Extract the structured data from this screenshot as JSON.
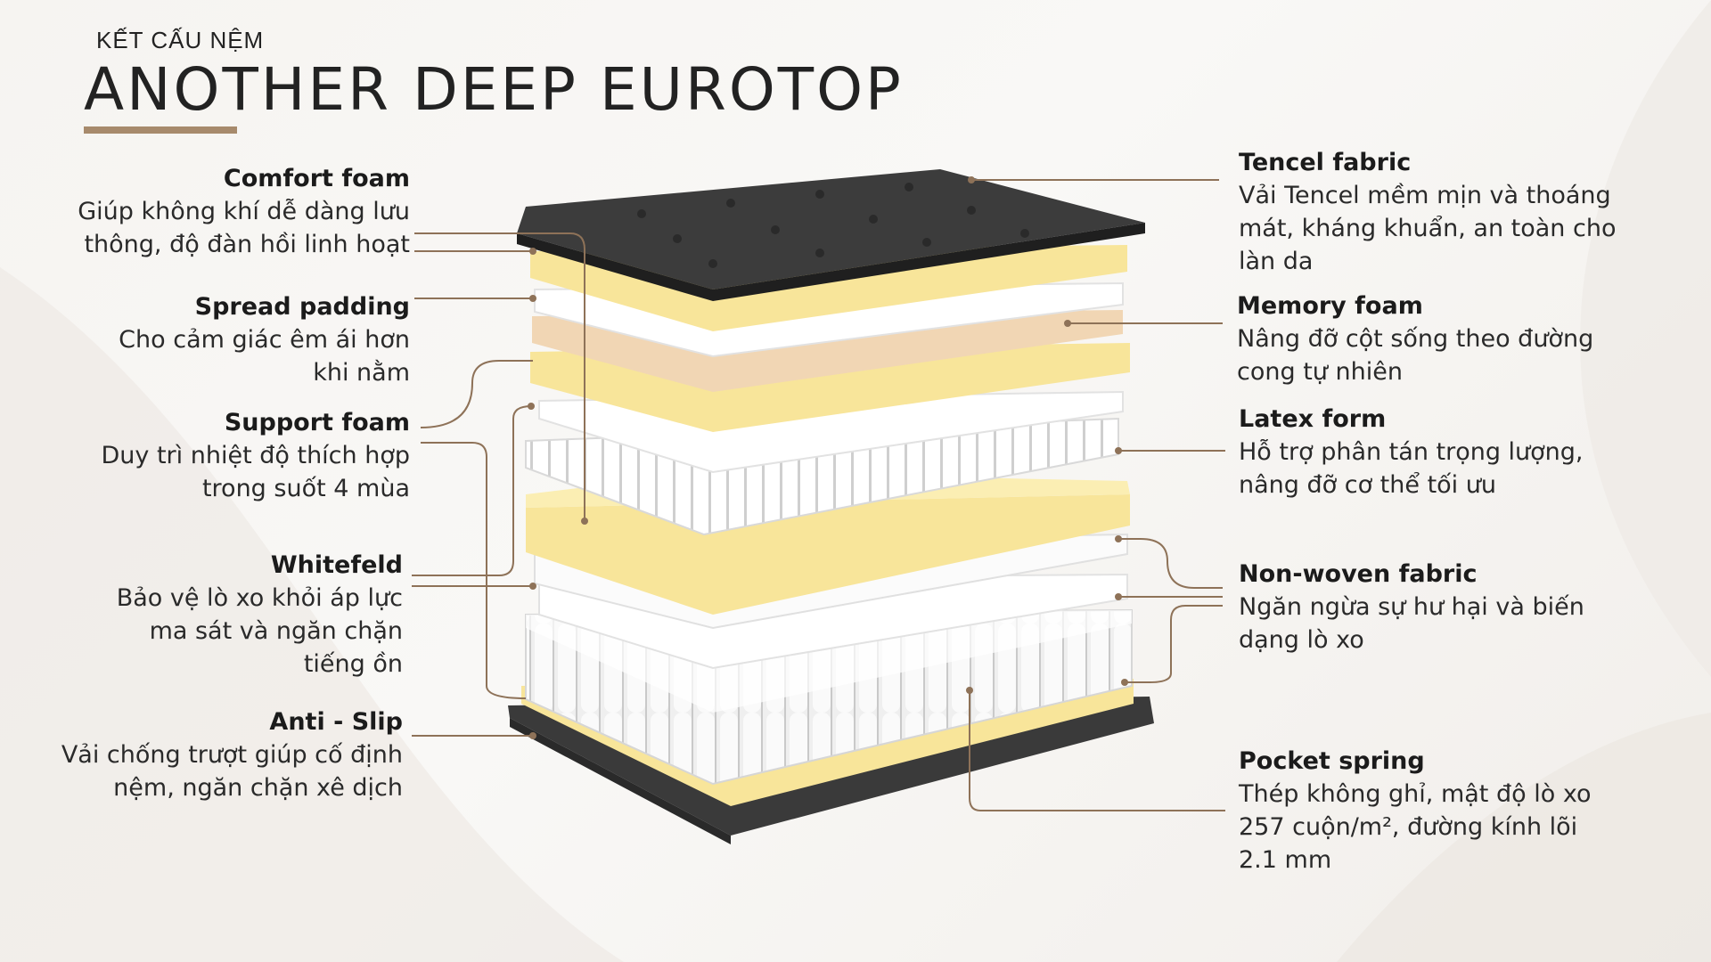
{
  "header": {
    "eyebrow": "KẾT CẤU NỆM",
    "title": "ANOTHER DEEP EUROTOP"
  },
  "colors": {
    "accent": "#a78a6c",
    "leader": "#8e7258",
    "foam_yellow": "#f8e59a",
    "memory_beige": "#f1d6b4",
    "dark_layer": "#3a3a3a",
    "white_layer": "#ffffff"
  },
  "layers_left": [
    {
      "name": "Comfort foam",
      "desc_lines": [
        "Giúp không khí dễ dàng lưu",
        "thông, độ đàn hồi linh hoạt"
      ]
    },
    {
      "name": "Spread padding",
      "desc_lines": [
        "Cho cảm giác êm ái hơn",
        "khi nằm"
      ]
    },
    {
      "name": "Support foam",
      "desc_lines": [
        "Duy trì nhiệt độ thích hợp",
        "trong suốt 4 mùa"
      ]
    },
    {
      "name": "Whitefeld",
      "desc_lines": [
        "Bảo vệ lò xo khỏi áp lực",
        "ma sát và ngăn chặn",
        "tiếng ồn"
      ]
    },
    {
      "name": "Anti - Slip",
      "desc_lines": [
        "Vải chống trượt giúp cố định",
        "nệm, ngăn chặn xê dịch"
      ]
    }
  ],
  "layers_right": [
    {
      "name": "Tencel fabric",
      "desc_lines": [
        "Vải Tencel mềm mịn và thoáng",
        "mát, kháng khuẩn, an toàn cho",
        "làn da"
      ]
    },
    {
      "name": "Memory foam",
      "desc_lines": [
        "Nâng đỡ cột sống theo đường",
        "cong tự nhiên"
      ]
    },
    {
      "name": "Latex form",
      "desc_lines": [
        "Hỗ trợ phân tán trọng lượng,",
        "nâng đỡ cơ thể tối ưu"
      ]
    },
    {
      "name": "Non-woven fabric",
      "desc_lines": [
        "Ngăn ngừa sự hư hại và biến",
        "dạng lò xo"
      ]
    },
    {
      "name": "Pocket spring",
      "desc_lines": [
        "Thép không ghỉ, mật độ lò xo",
        "257 cuộn/m², đường kính lõi",
        "2.1 mm"
      ]
    }
  ]
}
